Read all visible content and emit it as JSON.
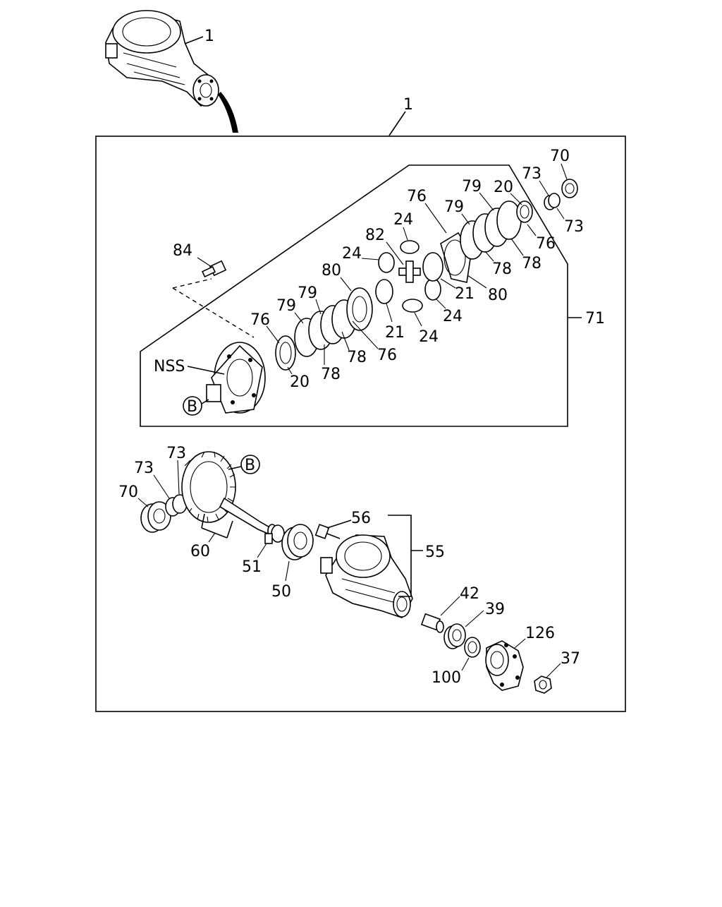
{
  "callouts": {
    "assembly_top": "1",
    "assembly_box": "1",
    "c70a": "70",
    "c73a": "73",
    "c73b": "73",
    "c20a": "20",
    "c79a": "79",
    "c79b": "79",
    "c76a": "76",
    "c76b": "76",
    "c78a": "78",
    "c78b": "78",
    "c24a": "24",
    "c24b": "24",
    "c82": "82",
    "c84": "84",
    "c80a": "80",
    "c80b": "80",
    "c21a": "21",
    "c21b": "21",
    "c24c": "24",
    "c24d": "24",
    "c71": "71",
    "c76c": "76",
    "c76d": "76",
    "c79c": "79",
    "c79d": "79",
    "c78c": "78",
    "c78d": "78",
    "c20b": "20",
    "nss": "NSS",
    "ref_b1": "B",
    "ref_b2": "B",
    "c73c": "73",
    "c73d": "73",
    "c70b": "70",
    "c60": "60",
    "c51": "51",
    "c50": "50",
    "c56": "56",
    "c55": "55",
    "c42": "42",
    "c39": "39",
    "c126": "126",
    "c100": "100",
    "c37": "37"
  }
}
